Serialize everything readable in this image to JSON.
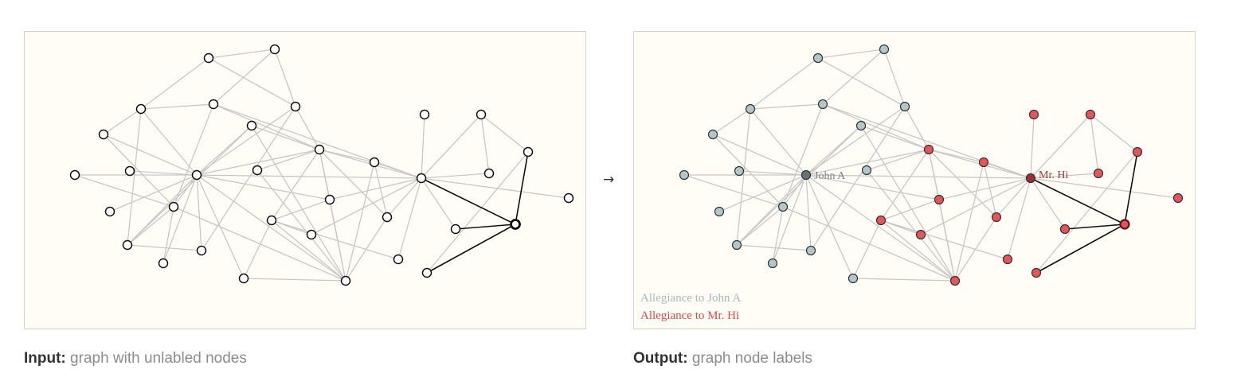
{
  "arrow": "→",
  "captions": {
    "input_bold": "Input:",
    "input_text": " graph with unlabled nodes",
    "output_bold": "Output:",
    "output_text": " graph node labels"
  },
  "legend": {
    "john": "Allegiance to John A",
    "hi": "Allegiance to Mr. Hi"
  },
  "node_labels": {
    "john": "John A",
    "hi": "Mr. Hi"
  },
  "colors": {
    "panel_bg": "#fffdf6",
    "edge": "#c8c8c8",
    "highlight_edge": "#111111",
    "node_john": "#b5c6c8",
    "node_hi": "#e85457",
    "leader_john": "#667377",
    "leader_hi": "#9a3033",
    "legend_john": "#a7b9bc",
    "legend_hi": "#d94b4e",
    "label_john": "#7a8588",
    "label_hi": "#a33a3c"
  },
  "graph": {
    "nodes": [
      {
        "id": "n0",
        "group": "john"
      },
      {
        "id": "n1",
        "group": "john"
      },
      {
        "id": "n2",
        "group": "john"
      },
      {
        "id": "n3",
        "group": "john"
      },
      {
        "id": "n4",
        "group": "john"
      },
      {
        "id": "n5",
        "group": "john"
      },
      {
        "id": "n6",
        "group": "john"
      },
      {
        "id": "n7",
        "group": "john"
      },
      {
        "id": "n8",
        "group": "john"
      },
      {
        "id": "n9",
        "group": "john"
      },
      {
        "id": "n10",
        "group": "john"
      },
      {
        "id": "n11",
        "group": "john"
      },
      {
        "id": "n12",
        "group": "john"
      },
      {
        "id": "n13",
        "group": "john"
      },
      {
        "id": "n14",
        "group": "john"
      },
      {
        "id": "n15",
        "group": "john"
      },
      {
        "id": "n16",
        "group": "john"
      },
      {
        "id": "n17",
        "group": "hi"
      },
      {
        "id": "n18",
        "group": "hi"
      },
      {
        "id": "n19",
        "group": "hi"
      },
      {
        "id": "n20",
        "group": "hi"
      },
      {
        "id": "n21",
        "group": "hi"
      },
      {
        "id": "n22",
        "group": "hi"
      },
      {
        "id": "n23",
        "group": "hi"
      },
      {
        "id": "n24",
        "group": "hi"
      },
      {
        "id": "n25",
        "group": "hi"
      },
      {
        "id": "n26",
        "group": "hi"
      },
      {
        "id": "n27",
        "group": "hi"
      },
      {
        "id": "n28",
        "group": "hi"
      },
      {
        "id": "n29",
        "group": "hi"
      },
      {
        "id": "n30",
        "group": "hi"
      },
      {
        "id": "n31",
        "group": "hi"
      },
      {
        "id": "n32",
        "group": "hi"
      },
      {
        "id": "n33",
        "group": "hi"
      }
    ],
    "john_leader": "n6",
    "hi_leader": "n25",
    "selected": "n33",
    "edges": [
      [
        "n0",
        "n1"
      ],
      [
        "n0",
        "n2"
      ],
      [
        "n1",
        "n3"
      ],
      [
        "n1",
        "n4"
      ],
      [
        "n0",
        "n4"
      ],
      [
        "n2",
        "n6"
      ],
      [
        "n2",
        "n13"
      ],
      [
        "n2",
        "n5"
      ],
      [
        "n2",
        "n3"
      ],
      [
        "n3",
        "n8"
      ],
      [
        "n4",
        "n6"
      ],
      [
        "n4",
        "n15"
      ],
      [
        "n5",
        "n6"
      ],
      [
        "n7",
        "n6"
      ],
      [
        "n7",
        "n8"
      ],
      [
        "n6",
        "n8"
      ],
      [
        "n6",
        "n10"
      ],
      [
        "n6",
        "n11"
      ],
      [
        "n6",
        "n14"
      ],
      [
        "n6",
        "n13"
      ],
      [
        "n6",
        "n15"
      ],
      [
        "n6",
        "n16"
      ],
      [
        "n6",
        "n9"
      ],
      [
        "n6",
        "n17"
      ],
      [
        "n6",
        "n18"
      ],
      [
        "n6",
        "n22"
      ],
      [
        "n6",
        "n25"
      ],
      [
        "n9",
        "n17"
      ],
      [
        "n12",
        "n17"
      ],
      [
        "n3",
        "n17"
      ],
      [
        "n3",
        "n25"
      ],
      [
        "n4",
        "n17"
      ],
      [
        "n13",
        "n8"
      ],
      [
        "n13",
        "n15"
      ],
      [
        "n13",
        "n9"
      ],
      [
        "n14",
        "n8"
      ],
      [
        "n5",
        "n8"
      ],
      [
        "n8",
        "n22"
      ],
      [
        "n9",
        "n22"
      ],
      [
        "n16",
        "n22"
      ],
      [
        "n16",
        "n21"
      ],
      [
        "n17",
        "n21"
      ],
      [
        "n17",
        "n18"
      ],
      [
        "n17",
        "n19"
      ],
      [
        "n17",
        "n20"
      ],
      [
        "n17",
        "n22"
      ],
      [
        "n17",
        "n25"
      ],
      [
        "n18",
        "n21"
      ],
      [
        "n18",
        "n25"
      ],
      [
        "n18",
        "n22"
      ],
      [
        "n19",
        "n20"
      ],
      [
        "n19",
        "n22"
      ],
      [
        "n19",
        "n25"
      ],
      [
        "n21",
        "n22"
      ],
      [
        "n21",
        "n23"
      ],
      [
        "n21",
        "n24"
      ],
      [
        "n20",
        "n25"
      ],
      [
        "n23",
        "n25"
      ],
      [
        "n24",
        "n25"
      ],
      [
        "n26",
        "n25"
      ],
      [
        "n27",
        "n25"
      ],
      [
        "n27",
        "n28"
      ],
      [
        "n27",
        "n30"
      ],
      [
        "n29",
        "n30"
      ],
      [
        "n28",
        "n25"
      ],
      [
        "n31",
        "n25"
      ],
      [
        "n32",
        "n25"
      ],
      [
        "n20",
        "n22"
      ],
      [
        "n12",
        "n22"
      ]
    ],
    "highlight_edges": [
      [
        "n25",
        "n33"
      ],
      [
        "n29",
        "n33"
      ],
      [
        "n30",
        "n33"
      ],
      [
        "n31",
        "n33"
      ]
    ]
  }
}
